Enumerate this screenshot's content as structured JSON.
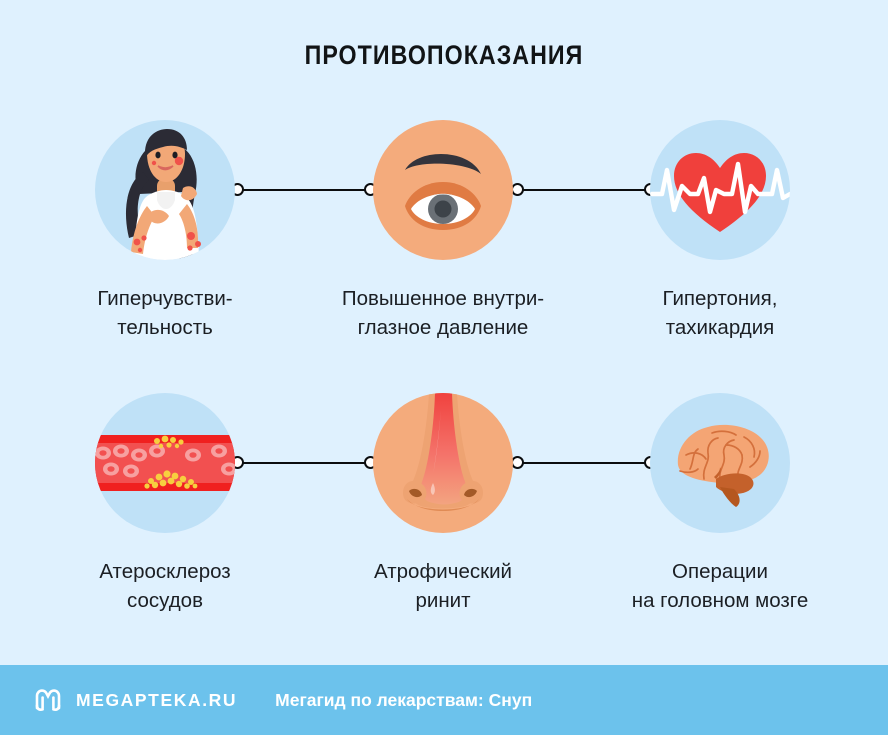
{
  "page": {
    "title": "ПРОТИВОПОКАЗАНИЯ",
    "background_color": "#dff1fe",
    "text_color": "#1b1f24"
  },
  "items": [
    {
      "icon": "woman-skin-rash-icon",
      "disc_color": "#bfe1f7",
      "line1": "Гиперчувстви-",
      "line2": "тельность"
    },
    {
      "icon": "eye-icon",
      "disc_color": "#f4ab7c",
      "line1": "Повышенное внутри-",
      "line2": "глазное давление"
    },
    {
      "icon": "heart-pulse-icon",
      "disc_color": "#bfe1f7",
      "line1": "Гипертония,",
      "line2": "тахикардия"
    },
    {
      "icon": "blood-vessel-plaque-icon",
      "disc_color": "#bfe1f7",
      "line1": "Атеросклероз",
      "line2": "сосудов"
    },
    {
      "icon": "nose-icon",
      "disc_color": "#f4ab7c",
      "line1": "Атрофический",
      "line2": "ринит"
    },
    {
      "icon": "brain-icon",
      "disc_color": "#bfe1f7",
      "line1": "Операции",
      "line2": "на головном мозге"
    }
  ],
  "connectors": {
    "line_color": "#0b0d0f",
    "node_fill": "#ffffff"
  },
  "footer": {
    "background_color": "#6cc2ec",
    "logo_icon": "megapteka-m-logo-icon",
    "brand": "MEGAPTEKA.RU",
    "tagline": "Мегагид по лекарствам: Снуп"
  }
}
